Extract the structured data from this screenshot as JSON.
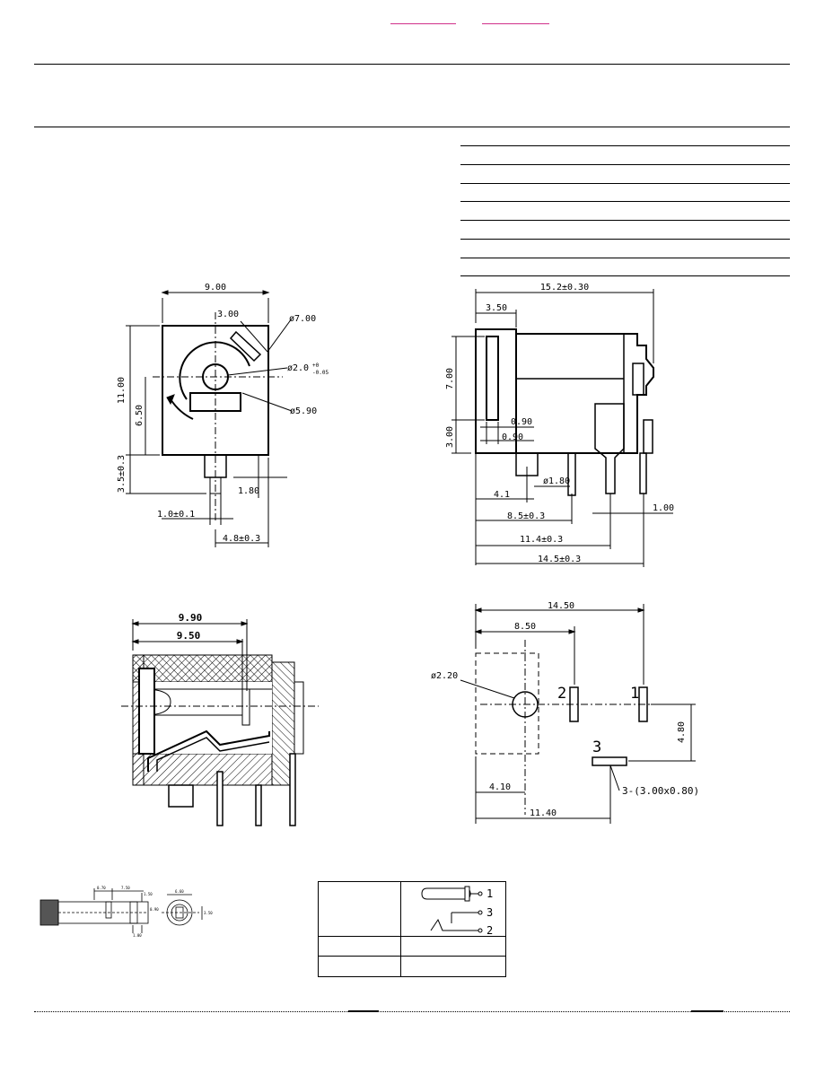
{
  "header": {
    "link_colors": {
      "underline": "#d0308a"
    }
  },
  "front_view": {
    "width": "9.00",
    "offset_top": "3.00",
    "dia_outer": "ø7.00",
    "dia_pin": "ø2.0",
    "dia_pin_tol_plus": "+0",
    "dia_pin_tol_minus": "-0.05",
    "dia_inner": "ø5.90",
    "height": "11.00",
    "center_height": "6.50",
    "leg_height": "3.5±0.3",
    "leg_offset": "1.80",
    "pin_width": "1.0±0.1",
    "pin_pitch": "4.8±0.3"
  },
  "side_view": {
    "length": "15.2±0.30",
    "front_depth": "3.50",
    "body_height": "7.00",
    "leg_height": "3.00",
    "wall_1": "0.90",
    "wall_2": "0.90",
    "peg_offset": "4.1",
    "peg_dia": "ø1.80",
    "pin_1": "8.5±0.3",
    "pin_2": "11.4±0.3",
    "pin_3": "14.5±0.3",
    "pin_width": "1.00"
  },
  "section_view": {
    "overall": "9.90",
    "inner": "9.50"
  },
  "pcb_layout": {
    "width": "14.50",
    "pin2_x": "8.50",
    "hole_dia": "ø2.20",
    "pin2_label": "2",
    "pin1_label": "1",
    "pin3_label": "3",
    "pin3_y": "4.80",
    "hole_x": "4.10",
    "pin3_x": "11.40",
    "slot_note": "3-(3.00x0.80)"
  },
  "thumbnail": {
    "d1": "0.70",
    "d2": "7.50",
    "d3": "1.50",
    "d4": "6.60",
    "d5": "3.50",
    "d6": "0.90",
    "d7": "1.00"
  },
  "pin_diagram": {
    "p1": "1",
    "p3": "3",
    "p2": "2"
  }
}
